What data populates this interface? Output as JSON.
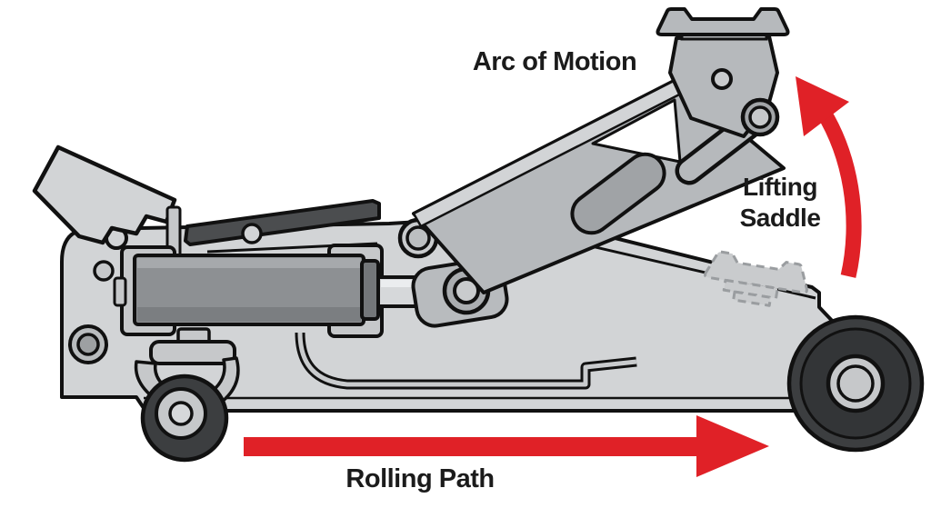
{
  "diagram": {
    "title_labels": {
      "arc_of_motion": "Arc of Motion",
      "lifting_saddle_line1": "Lifting",
      "lifting_saddle_line2": "Saddle",
      "rolling_path": "Rolling Path"
    },
    "colors": {
      "background": "#ffffff",
      "arrow_red": "#e02127",
      "outline_black": "#111111",
      "frame_gray": "#d2d4d6",
      "arm_gray": "#b6b9bc",
      "cylinder_gray": "#8d9093",
      "grip_pad_dark": "#4b4d4f",
      "wheel_dark": "#3c3e40",
      "hub_gray": "#c6c8ca",
      "ghost_saddle_gray": "#c9cbcd",
      "text_black": "#1b1b1b"
    },
    "parts": [
      "handle-socket",
      "grip-pad",
      "chassis-frame",
      "hydraulic-cylinder",
      "piston-rod",
      "piston-clevis",
      "lift-arm",
      "lifting-saddle-raised",
      "lifting-saddle-lowered-ghost",
      "front-caster-wheel",
      "rear-wheel",
      "arc-motion-arrow",
      "rolling-path-arrow"
    ]
  }
}
